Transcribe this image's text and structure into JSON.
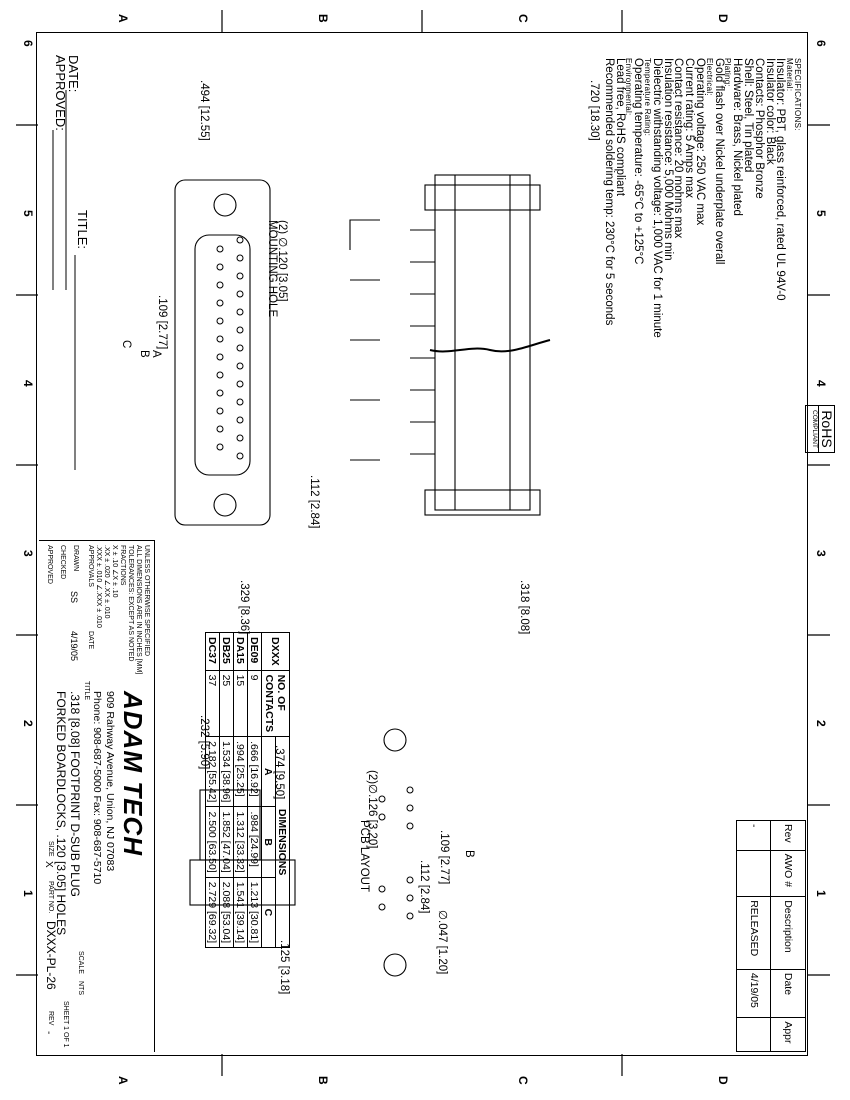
{
  "header": {
    "approved_label": "APPROVED:",
    "date_label": "DATE:",
    "title_label": "TITLE:"
  },
  "zones": {
    "numbers": [
      "6",
      "5",
      "4",
      "3",
      "2",
      "1"
    ],
    "letters": [
      "D",
      "C",
      "B",
      "A"
    ]
  },
  "specifications": {
    "heading": "SPECIFICATIONS:",
    "lines": [
      {
        "text": "Material:",
        "small": true
      },
      {
        "text": "Insulator: PBT, glass reinforced, rated UL 94V-0",
        "small": false
      },
      {
        "text": "Insulator color: Black",
        "small": false
      },
      {
        "text": "Contacts: Phosphor Bronze",
        "small": false
      },
      {
        "text": "Shell: Steel, Tin plated",
        "small": false
      },
      {
        "text": "Hardware: Brass, Nickel plated",
        "small": false
      },
      {
        "text": "Plating:",
        "small": true
      },
      {
        "text": "Gold flash over Nickel underplate overall",
        "small": false
      },
      {
        "text": "Electrical:",
        "small": true
      },
      {
        "text": "Operating voltage: 250 VAC max",
        "small": false
      },
      {
        "text": "Current rating: 5 Amps max",
        "small": false
      },
      {
        "text": "Contact resistance: 20 mohms max",
        "small": false
      },
      {
        "text": "Insulation resistance: 5,000 Mohms min",
        "small": false
      },
      {
        "text": "Dielectric withstanding voltage: 1,000 VAC for 1 minute",
        "small": false
      },
      {
        "text": "Temperature Rating:",
        "small": true
      },
      {
        "text": "Operating temperature: -65°C to +125°C",
        "small": false
      },
      {
        "text": "Environmental:",
        "small": true
      },
      {
        "text": "Lead free, RoHS compliant",
        "small": false
      },
      {
        "text": "Recommended soldering temp: 230°C for 5 seconds",
        "small": false
      }
    ]
  },
  "rohs": {
    "line1": "RoHS",
    "line2": "COMPLIANT"
  },
  "dimensions": {
    "d720": ".720 [18.30]",
    "d494": ".494 [12.55]",
    "d318": ".318 [8.08]",
    "d109": ".109 [2.77]",
    "d112": ".112 [2.84]",
    "d329": ".329 [8.36]",
    "mount1": "(2) ∅.120 [3.05]",
    "mount2": "MOUNTING HOLE",
    "lblC": "C",
    "lblB": "B",
    "lblA": "A",
    "pcb_title": "PCB LAYOUT",
    "pcb_holes": "(2)∅.126 [3.20]",
    "pcb_109": ".109 [2.77]",
    "pcb_112": ".112 [2.84]",
    "pcb_047": "∅.047 [1.20]",
    "pcb_B": "B",
    "d232": ".232 [5.90]",
    "d374": ".374 [9.50]",
    "d125": ".125 [3.18]"
  },
  "dim_table": {
    "col_dxxx": "DXXX",
    "col_contacts": "NO. OF CONTACTS",
    "col_dimensions": "DIMENSIONS",
    "col_a": "A",
    "col_b": "B",
    "col_c": "C",
    "rows": [
      {
        "name": "DE09",
        "contacts": "9",
        "a": ".666",
        "a_mm": "[16.92]",
        "b": ".984",
        "b_mm": "[24.99]",
        "c": "1.213",
        "c_mm": "[30.81]"
      },
      {
        "name": "DA15",
        "contacts": "15",
        "a": ".994",
        "a_mm": "[25.25]",
        "b": "1.312",
        "b_mm": "[33.32]",
        "c": "1.541",
        "c_mm": "[39.14]"
      },
      {
        "name": "DB25",
        "contacts": "25",
        "a": "1.534",
        "a_mm": "[38.96]",
        "b": "1.852",
        "b_mm": "[47.04]",
        "c": "2.088",
        "c_mm": "[53.04]"
      },
      {
        "name": "DC37",
        "contacts": "37",
        "a": "2.182",
        "a_mm": "[55.42]",
        "b": "2.500",
        "b_mm": "[63.50]",
        "c": "2.729",
        "c_mm": "[69.32]"
      }
    ]
  },
  "revision": {
    "h_rev": "Rev",
    "h_awo": "AWO #",
    "h_desc": "Description",
    "h_date": "Date",
    "h_appr": "Appr",
    "rev": "-",
    "awo": "",
    "desc": "RELEASED",
    "date": "4/19/05",
    "appr": ""
  },
  "title_block": {
    "tol_1": "UNLESS OTHERWISE SPECIFIED",
    "tol_2": "ALL DIMENSIONS ARE IN INCHES [MM]",
    "tol_3": "TOLERANCES: EXCEPT AS NOTED",
    "tol_4": "FRACTIONS",
    "tol_5": "X   ± .10     ∠X   ± .10",
    "tol_6": ".XX  ± .020   ∠.XX  ± .010",
    "tol_7": ".XXX ± .010   ∠.XXX ± .010",
    "approvals_label": "APPROVALS",
    "date_label": "DATE",
    "drawn_label": "DRAWN",
    "drawn_by": "SS",
    "drawn_date": "4/19/05",
    "checked_label": "CHECKED",
    "approved_label": "APPROVED",
    "company": "ADAM TECH",
    "address": "909 Rahway Avenue, Union, NJ 07083",
    "phone": "Phone: 908-687-5000 Fax: 908-687-5710",
    "title_label": "TITLE",
    "title_line1": ".318 [8.08] FOOTPRINT D-SUB PLUG",
    "title_line2": "FORKED BOARDLOCKS, .120 [3.05] HOLES",
    "size_label": "SIZE",
    "size": "X",
    "part_label": "PART NO.",
    "part_no": "DXXX-PL-26",
    "rev_label": "REV",
    "rev": "-",
    "scale_label": "SCALE",
    "scale": "NTS",
    "sheet_label": "SHEET 1 OF 1"
  }
}
